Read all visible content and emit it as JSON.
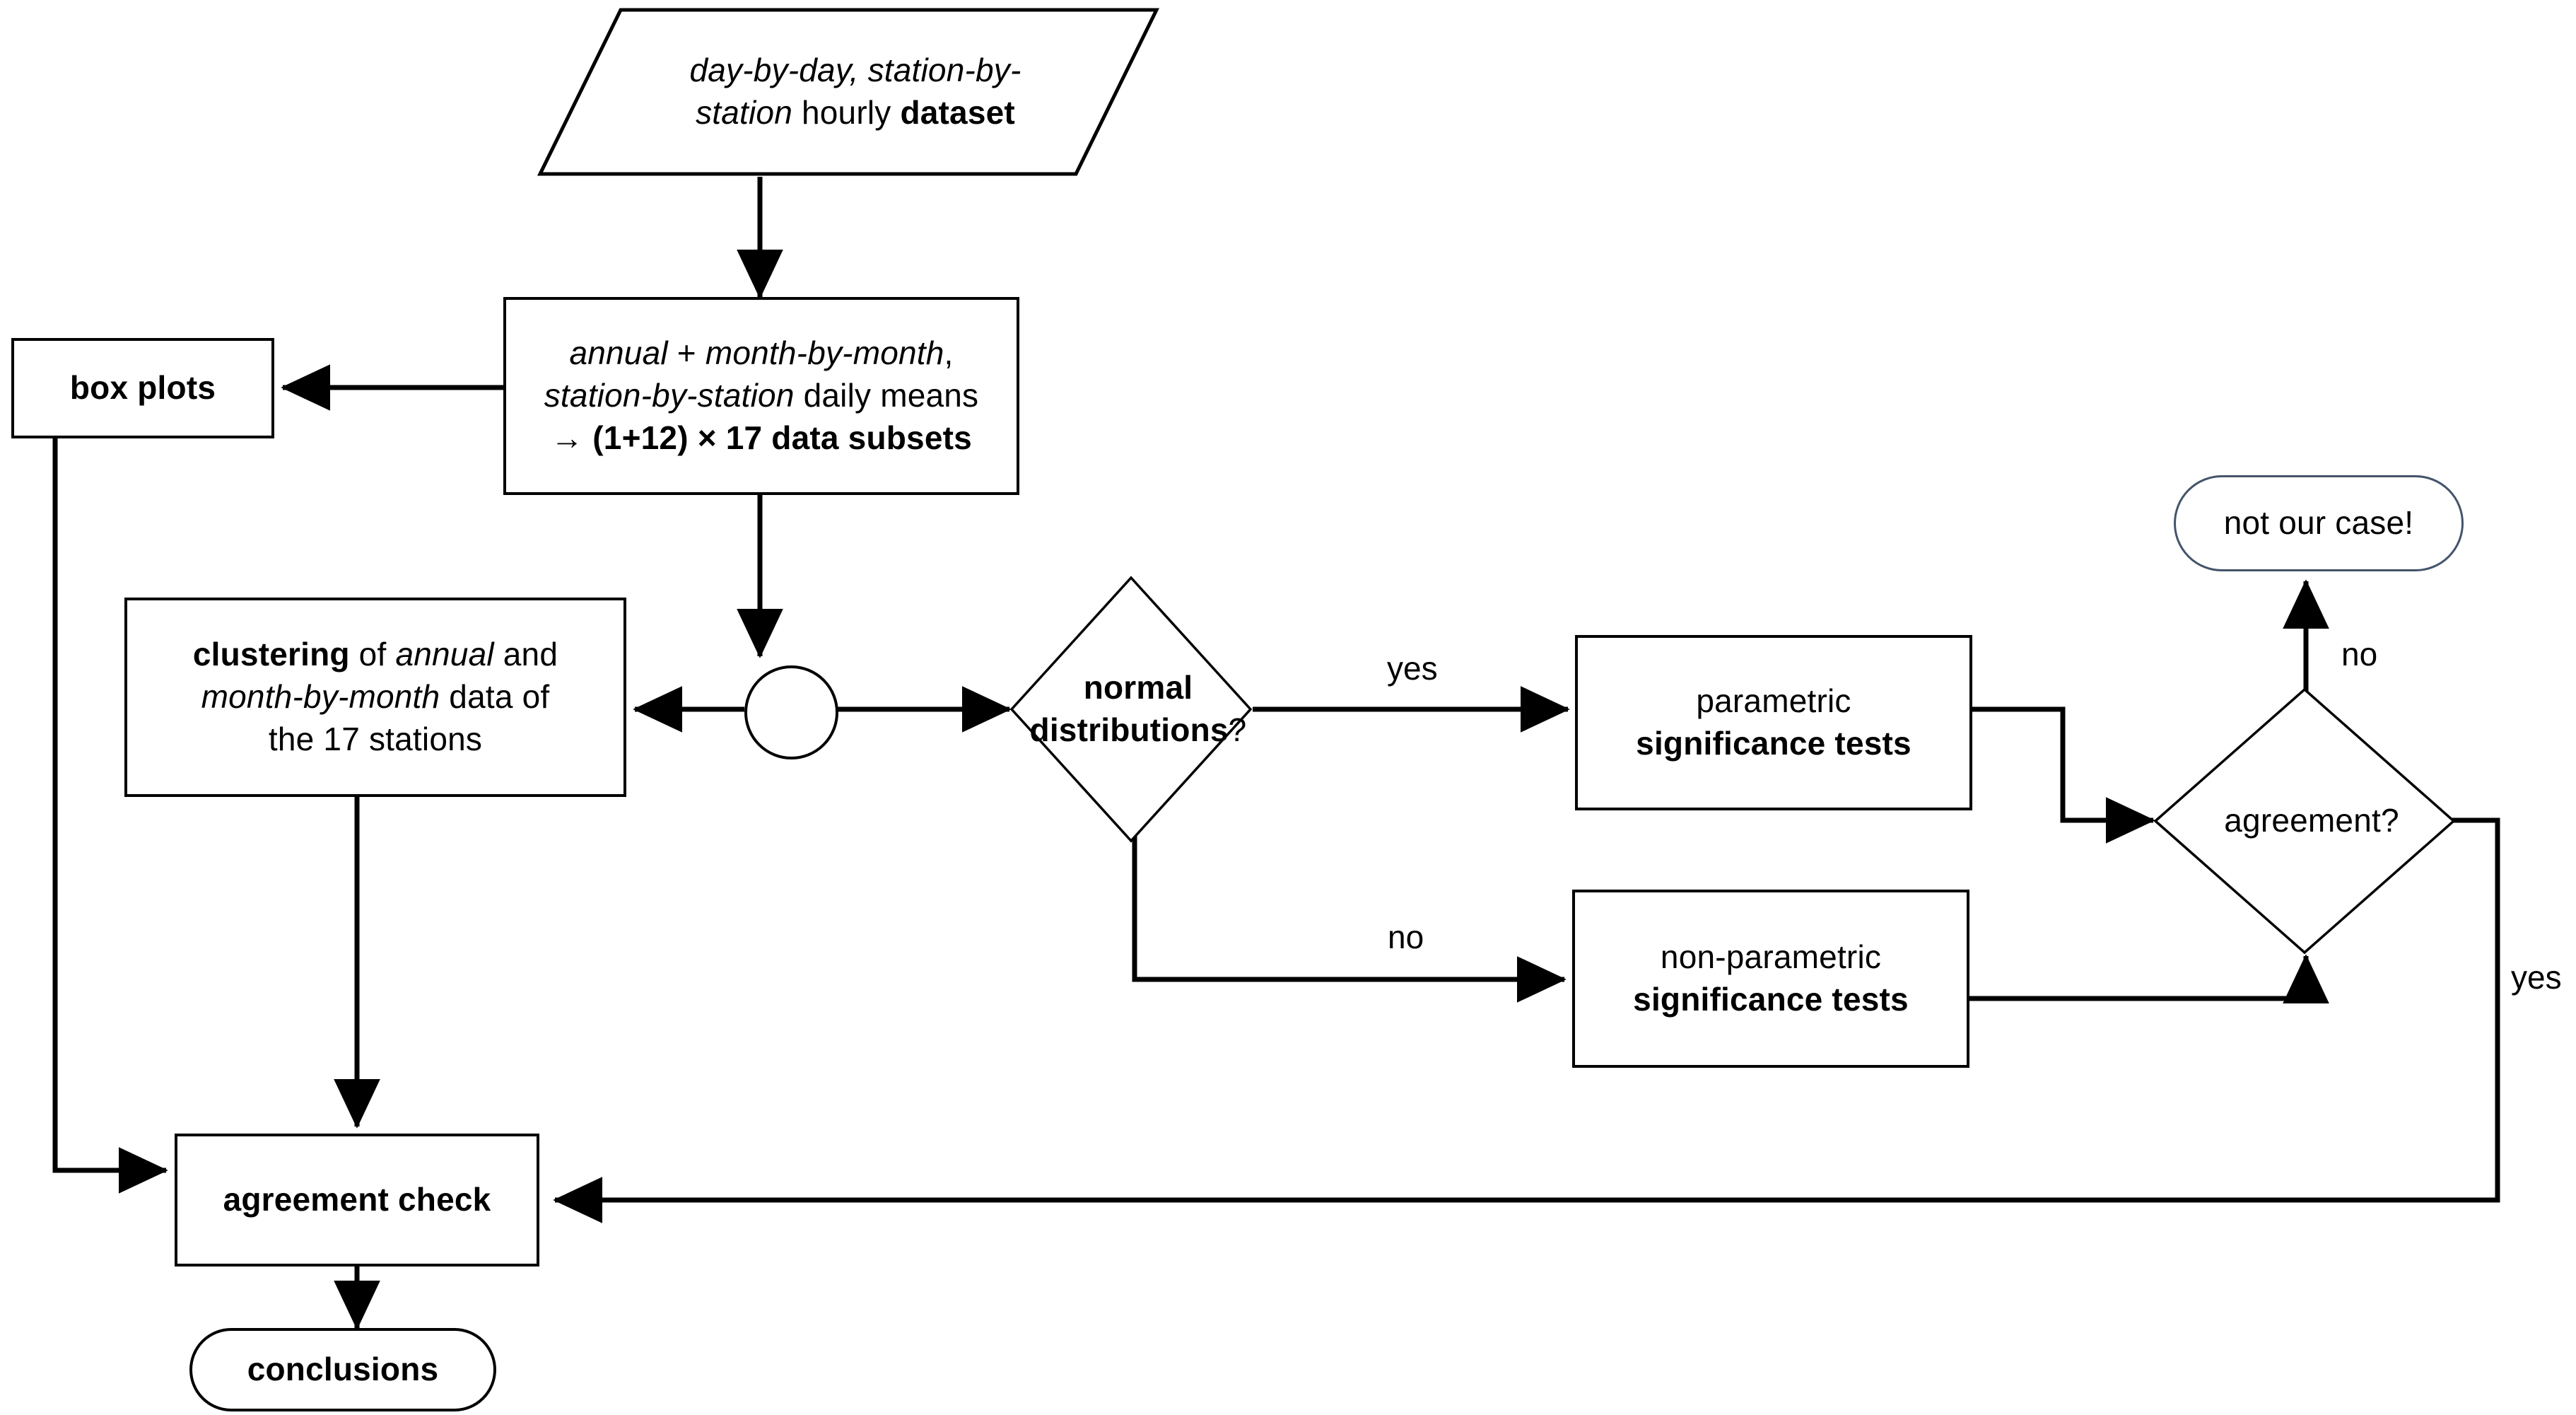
{
  "diagram": {
    "title": "statistical analysis workflow flowchart",
    "colors": {
      "stroke": "#000000",
      "accent_border": "#44546A",
      "background": "#ffffff"
    },
    "nodes": {
      "dataset": {
        "shape": "parallelogram",
        "line1_italic": "day-by-day, station-by-",
        "line2_italic": "station",
        "line2_regular": " hourly ",
        "line2_bold": "dataset"
      },
      "daily_means": {
        "shape": "rectangle",
        "line1_italic": "annual",
        "line1_regular": " + ",
        "line1_italic2": "month-by-month",
        "line1_tail": ",",
        "line2_italic": "station-by-station",
        "line2_regular": " daily means",
        "line3_bold": "→ (1+12) × 17 data subsets"
      },
      "box_plots": {
        "shape": "rectangle",
        "label": "box plots"
      },
      "clustering": {
        "shape": "rectangle",
        "line1_bold": "clustering",
        "line1_regular": " of ",
        "line1_italic": "annual",
        "line1_tail": " and",
        "line2_italic": "month-by-month",
        "line2_regular": " data of",
        "line3_regular": "the 17 stations"
      },
      "junction": {
        "shape": "circle",
        "label": ""
      },
      "normal_distributions": {
        "shape": "diamond",
        "line1_bold": "normal",
        "line2_bold": "distributions",
        "line2_tail": "?"
      },
      "parametric_tests": {
        "shape": "rectangle",
        "line1": "parametric",
        "line2_bold": "significance tests"
      },
      "non_parametric_tests": {
        "shape": "rectangle",
        "line1": "non-parametric",
        "line2_bold": "significance tests"
      },
      "agreement_decision": {
        "shape": "diamond",
        "label": "agreement?"
      },
      "not_our_case": {
        "shape": "stadium",
        "label": "not our case!"
      },
      "agreement_check": {
        "shape": "rectangle",
        "label": "agreement check"
      },
      "conclusions": {
        "shape": "stadium",
        "label": "conclusions"
      }
    },
    "edge_labels": {
      "normal_yes": "yes",
      "normal_no": "no",
      "agreement_no": "no",
      "agreement_yes": "yes"
    }
  }
}
